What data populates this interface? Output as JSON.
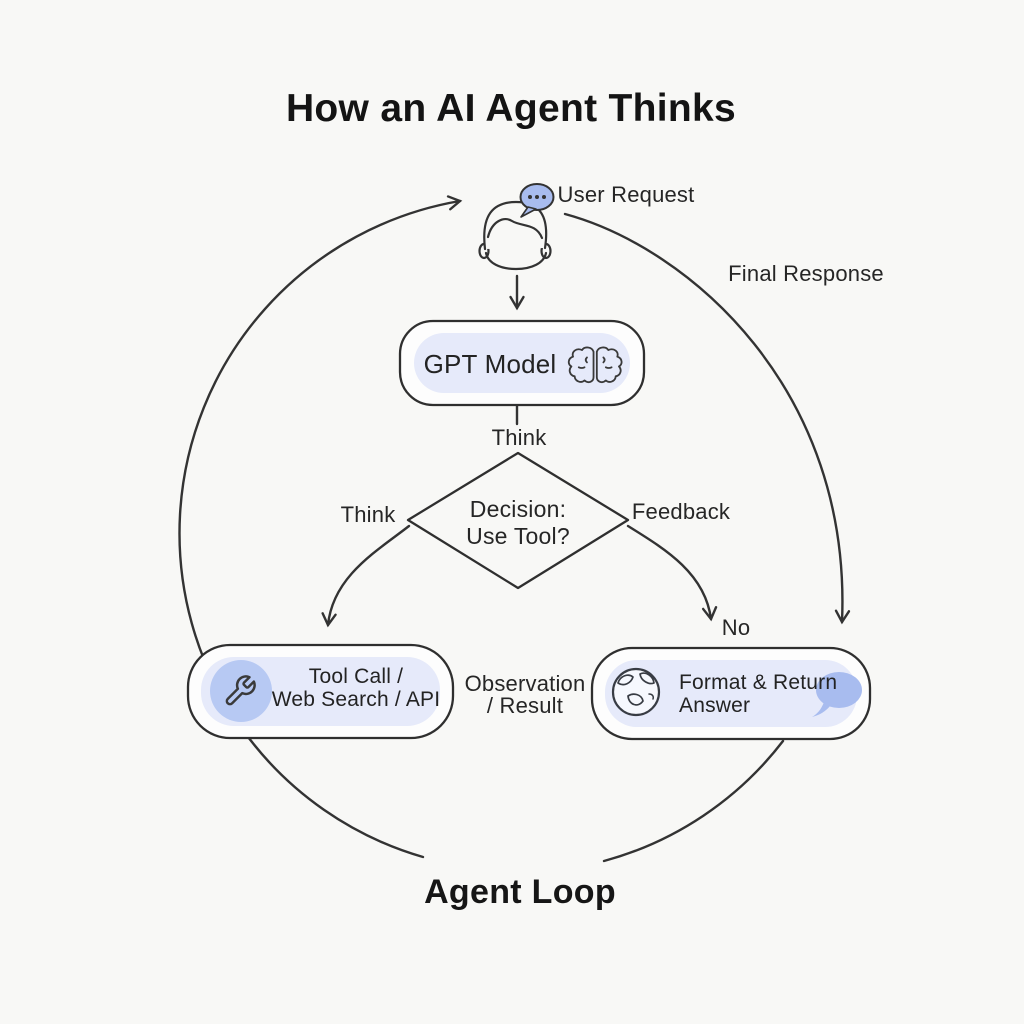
{
  "title": "How an AI Agent Thinks",
  "footer": "Agent Loop",
  "nodes": {
    "user": {
      "label": "User Request",
      "icon": "person-head-icon",
      "bubble_icon": "speech-bubble-dots-icon"
    },
    "gpt": {
      "label": "GPT Model",
      "icon": "brain-icon"
    },
    "decision": {
      "line1": "Decision:",
      "line2": "Use Tool?"
    },
    "tool": {
      "line1": "Tool Call /",
      "line2": "Web Search / API",
      "icon": "wrench-icon"
    },
    "answer": {
      "line1": "Format & Return",
      "line2": "Answer",
      "icon": "globe-icon",
      "bubble_icon": "chat-bubble-icon"
    }
  },
  "edge_labels": {
    "final_response": "Final Response",
    "think_top": "Think",
    "think_left": "Think",
    "feedback": "Feedback",
    "no": "No",
    "observation_line1": "Observation",
    "observation_line2": "/ Result"
  },
  "colors": {
    "background": "#f8f8f6",
    "stroke": "#333333",
    "text": "#242424",
    "node_fill": "#fdfdfd",
    "pill_fill": "#e6eafa",
    "icon_circle_fill": "#b7c9f3",
    "bubble_fill": "#a8bcef"
  }
}
